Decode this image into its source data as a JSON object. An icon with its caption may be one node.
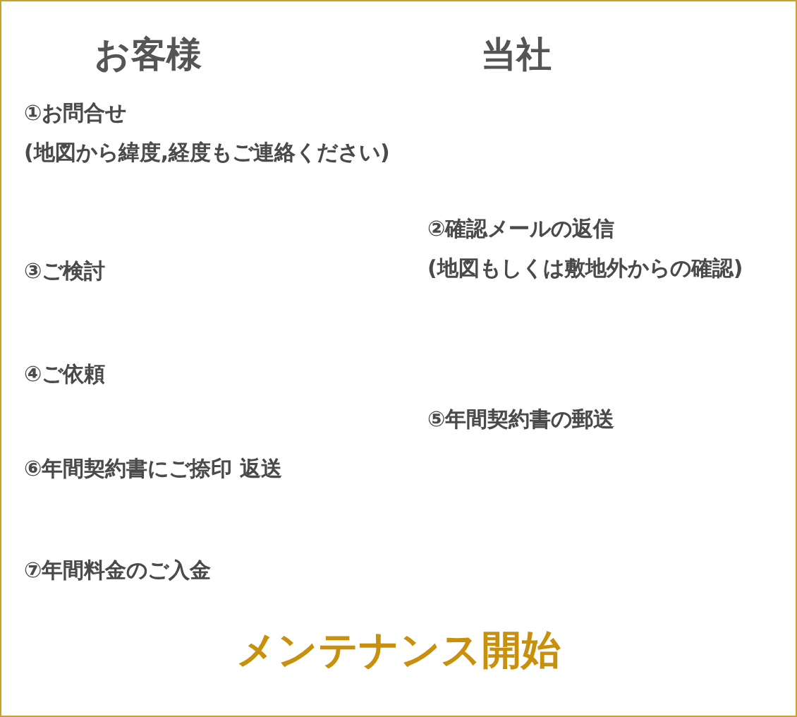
{
  "diagram": {
    "labels": [
      "お客様",
      "当社",
      "①お問合せ",
      "(地図から緯度,経度もご連絡ください)",
      "②確認メールの返信",
      "(地図もしくは敷地外からの確認)",
      "③ご検討",
      "④ご依頼",
      "⑤年間契約書の郵送",
      "⑥年間契約書にご捺印 返送",
      "⑦年間料金のご入金",
      "メンテナンス開始"
    ]
  }
}
